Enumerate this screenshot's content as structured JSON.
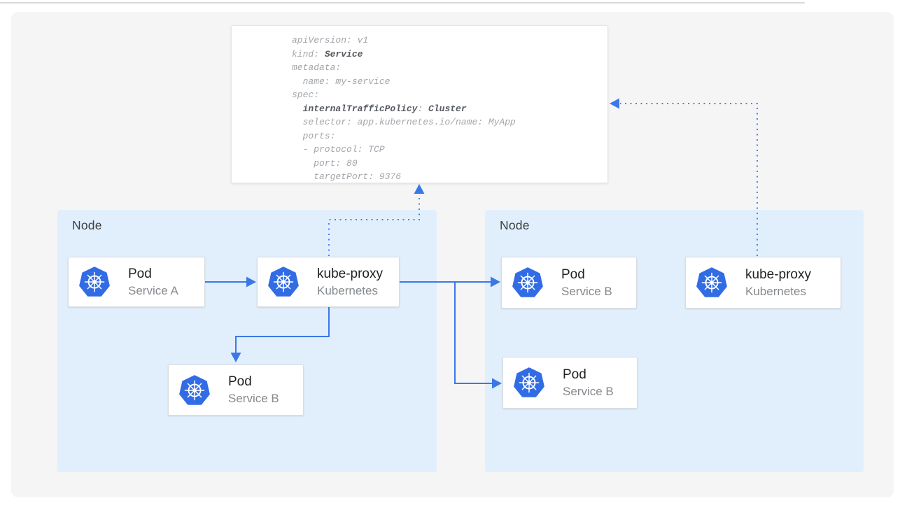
{
  "diagram": {
    "description": "Kubernetes Service internalTrafficPolicy diagram",
    "accent_colors": {
      "solid_arrow_blue": "#3b78e7",
      "dotted_line_blue": "#4583f1",
      "node_background_blue": "#e1effc",
      "kubernetes_logo_blue": "#326ce5",
      "canvas_gray": "#f5f5f6"
    }
  },
  "yaml_panel": {
    "lines": [
      [
        {
          "text": "apiVersion: v1"
        }
      ],
      [
        {
          "text": "kind: "
        },
        {
          "text": "Service",
          "bold": true
        }
      ],
      [
        {
          "text": "metadata:"
        }
      ],
      [
        {
          "text": "  name: my-service"
        }
      ],
      [
        {
          "text": "spec:"
        }
      ],
      [
        {
          "text": "  "
        },
        {
          "text": "internalTrafficPolicy",
          "bold": true
        },
        {
          "text": ": "
        },
        {
          "text": "Cluster",
          "bold": true
        }
      ],
      [
        {
          "text": "  selector: app.kubernetes.io/name: MyApp"
        }
      ],
      [
        {
          "text": "  ports:"
        }
      ],
      [
        {
          "text": "  - protocol: TCP"
        }
      ],
      [
        {
          "text": "    port: 80"
        }
      ],
      [
        {
          "text": "    targetPort: 9376"
        }
      ]
    ]
  },
  "nodes": [
    {
      "label": "Node"
    },
    {
      "label": "Node"
    }
  ],
  "cards": [
    {
      "title": "Pod",
      "subtitle": "Service A",
      "icon": "kubernetes-logo"
    },
    {
      "title": "kube-proxy",
      "subtitle": "Kubernetes",
      "icon": "kubernetes-logo"
    },
    {
      "title": "Pod",
      "subtitle": "Service B",
      "icon": "kubernetes-logo"
    },
    {
      "title": "Pod",
      "subtitle": "Service B",
      "icon": "kubernetes-logo"
    },
    {
      "title": "Pod",
      "subtitle": "Service B",
      "icon": "kubernetes-logo"
    },
    {
      "title": "kube-proxy",
      "subtitle": "Kubernetes",
      "icon": "kubernetes-logo"
    }
  ]
}
